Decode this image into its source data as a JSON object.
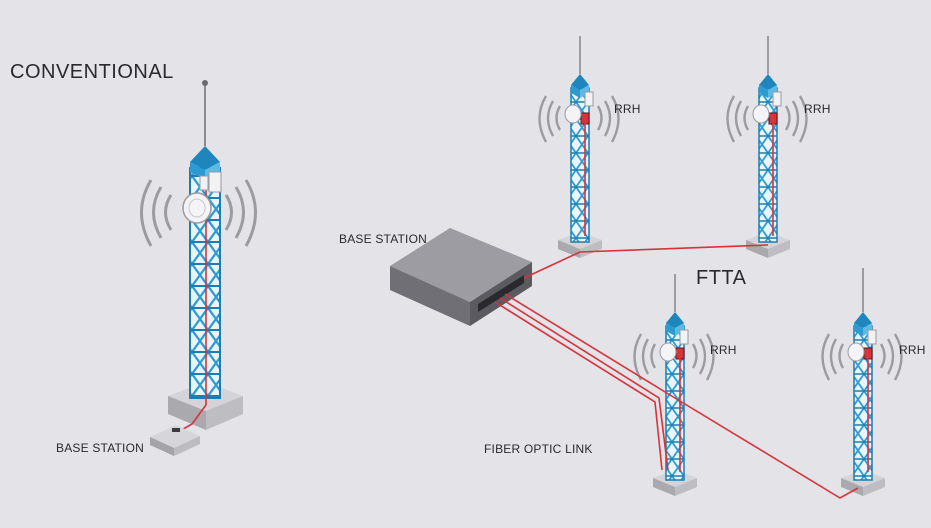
{
  "titles": {
    "conventional": "CONVENTIONAL",
    "ftta": "FTTA"
  },
  "labels": {
    "base_station_conventional": "BASE STATION",
    "base_station_ftta": "BASE STATION",
    "fiber_optic_link": "FIBER OPTIC LINK",
    "rrh_1": "RRH",
    "rrh_2": "RRH",
    "rrh_3": "RRH",
    "rrh_4": "RRH"
  },
  "colors": {
    "background": "#e4e3e8",
    "tower_blue": "#39a8d8",
    "tower_dark_blue": "#1f7fb0",
    "fiber_red": "#d8323a",
    "base_grey": "#b9b9be",
    "cabinet_dark": "#5a5a60"
  },
  "icons": [
    "antenna-tower-icon",
    "base-station-icon",
    "rrh-unit-icon",
    "dish-antenna-icon",
    "signal-wave-icon"
  ]
}
